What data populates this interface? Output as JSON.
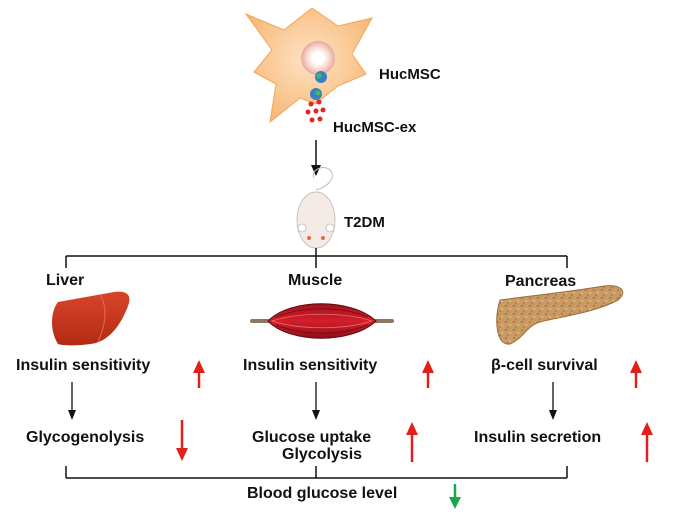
{
  "source": {
    "cell": "HucMSC",
    "exosome": "HucMSC-ex"
  },
  "model": "T2DM",
  "organs": [
    {
      "name": "Liver",
      "effect1": {
        "text": "Insulin sensitivity",
        "direction": "up",
        "color": "#e0201b"
      },
      "effect2": {
        "text": "Glycogenolysis",
        "direction": "down",
        "color": "#e0201b"
      }
    },
    {
      "name": "Muscle",
      "effect1": {
        "text": "Insulin sensitivity",
        "direction": "up",
        "color": "#e0201b"
      },
      "effect2": {
        "text": "Glucose uptake",
        "text2": "Glycolysis",
        "direction": "up",
        "color": "#e0201b"
      }
    },
    {
      "name": "Pancreas",
      "effect1": {
        "text": "β-cell survival",
        "direction": "up",
        "color": "#e0201b"
      },
      "effect2": {
        "text": "Insulin secretion",
        "direction": "up",
        "color": "#e0201b"
      }
    }
  ],
  "outcome": {
    "text": "Blood glucose level",
    "direction": "down",
    "color": "#1aa84a"
  }
}
